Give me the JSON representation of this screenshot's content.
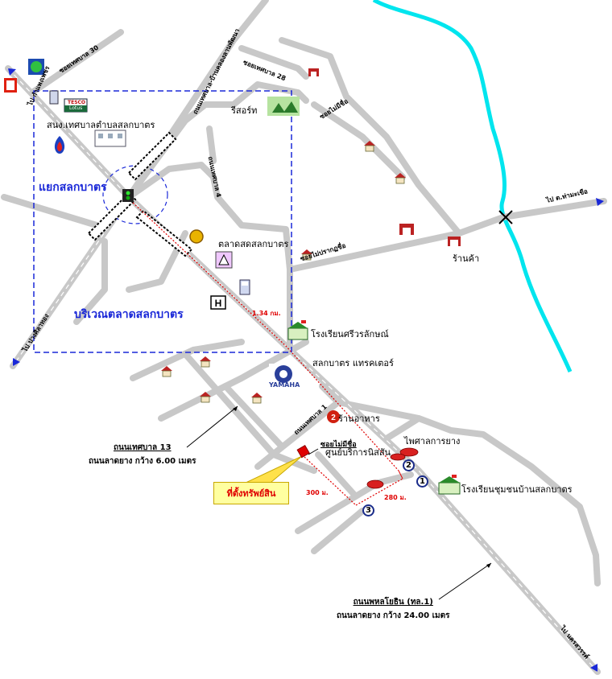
{
  "map": {
    "zone_labels": {
      "junction": "แยกสลกบาตร",
      "market_area": "บริเวณตลาดสลกบาตร"
    },
    "road_labels": {
      "soi_tessaban_30": "ซอยเทศบาล 30",
      "thanon_to_ban_khlong_lan": "ถนนเทศบาล-บ้านคลองลานพัฒนา",
      "soi_tessaban_28": "ซอยเทศบาล 28",
      "soi_mai_mee_chue_top": "ซอยไม่มีชื่อ",
      "thanon_tessaban_4": "ถนนเทศบาล 4",
      "soi_mai_plak_chue": "ซอยไม่ปรากฏชื่อ",
      "thanon_tessaban_1": "ถนนเทศบาล 1",
      "to_kamphaeng": "ไป กำแพงเพชร",
      "to_pang_sila_thong": "ไป ปางศิลาทอง",
      "to_tha_makhue": "ไป ต.ท่ามะเขือ",
      "to_nakhon_sawan": "ไป นครสวรรค์"
    },
    "place_labels": {
      "resort": "รีสอร์ท",
      "tessaban_office": "สนง.เทศบาลตำบลสลกบาตร",
      "market": "ตลาดสดสลกบาตร",
      "shop": "ร้านค้า",
      "school_sriworalak": "โรงเรียนศรีวรลักษณ์",
      "tractor": "สลกบาตร แทรคเตอร์",
      "restaurant": "ร้านอาหาร",
      "tire_shop": "ไพศาลการยาง",
      "service_center": "ศูนย์บริการนิสสัน",
      "school_community": "โรงเรียนชุมชนบ้านสลกบาตร",
      "yamaha": "YAMAHA",
      "tesco": "TESCO",
      "lotus": "Lotus"
    },
    "distances": {
      "main": "1.34 กม.",
      "d300": "300 ม.",
      "d280": "280 ม."
    },
    "markers": [
      "1",
      "2",
      "3"
    ],
    "callouts": {
      "tessaban13_name": "ถนนเทศบาล 13",
      "tessaban13_surface": "ถนนลาดยาง กว้าง 6.00 เมตร",
      "soi_unnamed": "ซอยไม่มีชื่อ",
      "phahon_name": "ถนนพหลโยธิน (ทล.1)",
      "phahon_surface": "ถนนลาดยาง กว้าง 24.00 เมตร",
      "property": "ที่ตั้งทรัพย์สิน"
    },
    "colors": {
      "road": "#c8c8c8",
      "zone_border": "#1a28d8",
      "river": "#00e5ee",
      "route": "#e00000",
      "property": "#e00000"
    }
  }
}
